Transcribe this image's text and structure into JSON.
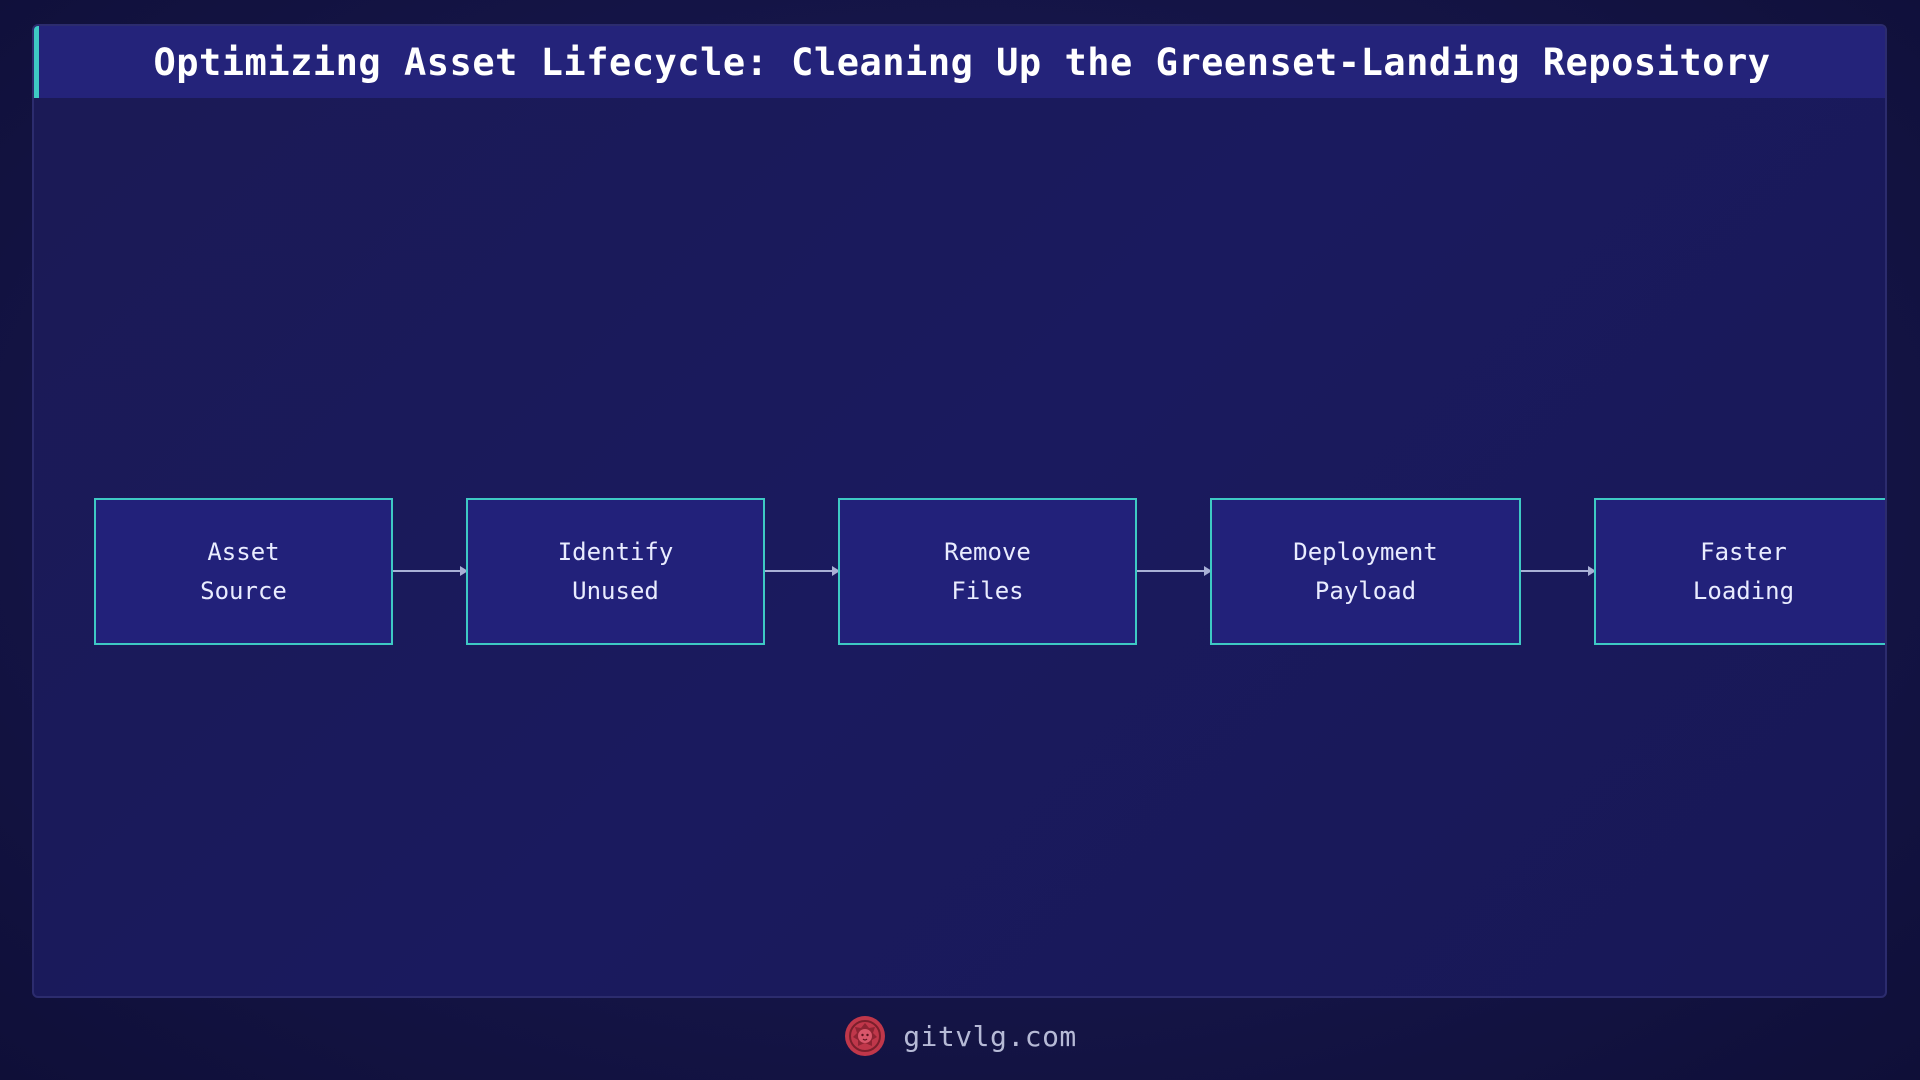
{
  "title": "Optimizing Asset Lifecycle: Cleaning Up the Greenset-Landing Repository",
  "steps": [
    {
      "label": "Asset\nSource"
    },
    {
      "label": "Identify\nUnused"
    },
    {
      "label": "Remove\nFiles"
    },
    {
      "label": "Deployment\nPayload"
    },
    {
      "label": "Faster\nLoading"
    }
  ],
  "footer": {
    "site": "gitvlg.com",
    "logo_icon": "lion-logo-icon"
  },
  "colors": {
    "background": "#151548",
    "title_bar": "#24237a",
    "accent": "#3ec9c4",
    "step_fill": "#22217a",
    "arrow": "#a9b1d6",
    "logo": "#c0374a"
  }
}
